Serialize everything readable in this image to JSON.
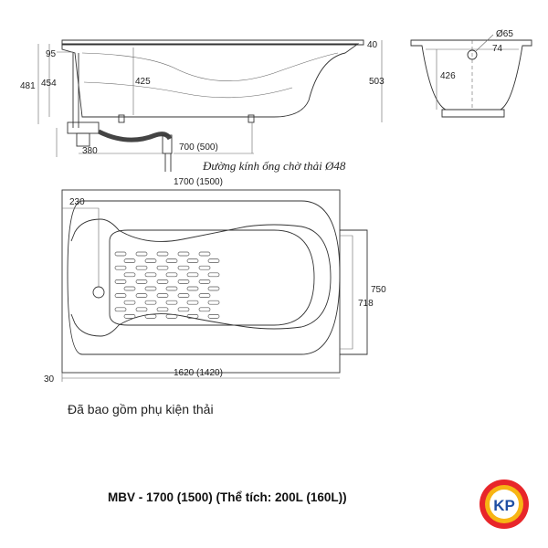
{
  "side_view": {
    "dims": [
      "95",
      "481",
      "454",
      "425",
      "380",
      "40",
      "503"
    ],
    "drain_offset": "700 (500)",
    "pipe_note": "Đường kính ống chờ thải Ø48"
  },
  "end_view": {
    "dims": [
      "Ø65",
      "74",
      "426"
    ]
  },
  "plan_view": {
    "dims": [
      "1700 (1500)",
      "230",
      "750",
      "718",
      "30",
      "1620 (1420)"
    ]
  },
  "accessory_note": "Đã bao gồm phụ kiện thải",
  "product_title": "MBV - 1700 (1500) (Thể tích: 200L (160L))",
  "logo": {
    "text": "KP",
    "colors": [
      "#e8262a",
      "#f7b514",
      "#1f4fa3"
    ]
  }
}
